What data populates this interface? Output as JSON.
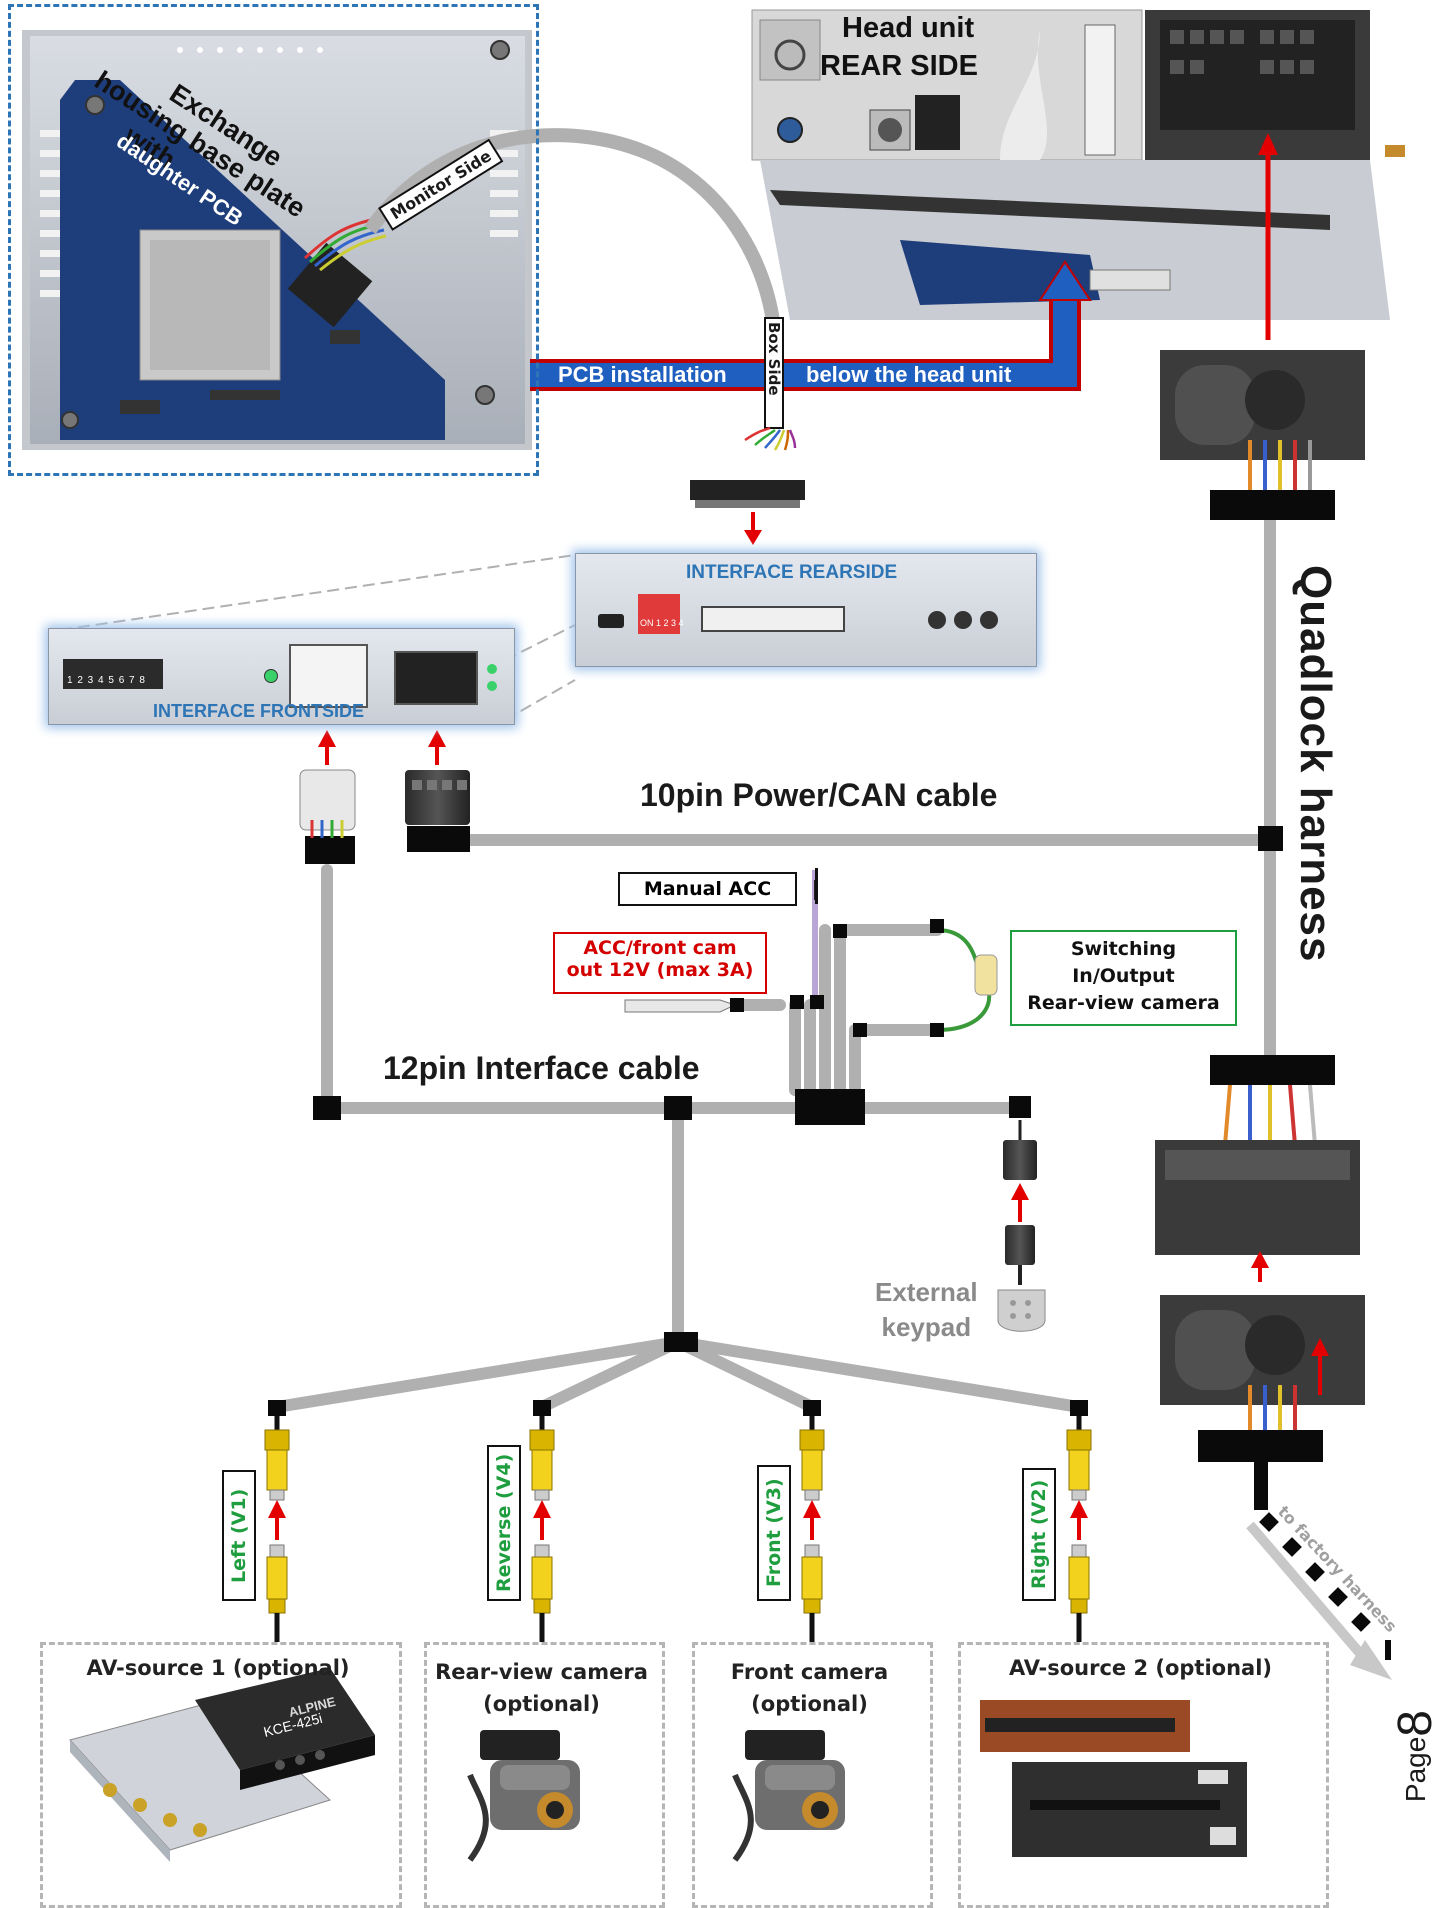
{
  "photo": {
    "title_lines": [
      "Exchange",
      "housing base plate",
      "with"
    ],
    "pcb_label": "daughter PCB",
    "monitor_side": "Monitor Side",
    "box_side": "Box Side"
  },
  "head_unit": {
    "title": "Head unit",
    "subtitle": "REAR SIDE"
  },
  "install_banner": {
    "left": "PCB installation",
    "right": "below the head unit"
  },
  "interface_rear": {
    "title": "INTERFACE   REARSIDE",
    "dip_labels": "ON 1 2 3 4"
  },
  "interface_front": {
    "title": "INTERFACE   FRONTSIDE",
    "dip_labels": "1 2 3 4 5 6 7 8"
  },
  "cables": {
    "power_can": "10pin Power/CAN  cable",
    "interface": "12pin Interface cable",
    "quadlock": "Quadlock harness"
  },
  "labels": {
    "manual_acc": "Manual ACC",
    "acc_out_line1": "ACC/front cam",
    "acc_out_line2": "out  12V (max 3A)",
    "switching_line1": "Switching",
    "switching_line2": "In/Output",
    "switching_line3": "Rear-view camera",
    "keypad_line1": "External",
    "keypad_line2": "keypad",
    "factory": "to factory harness"
  },
  "rca_inputs": [
    {
      "label": "Left (V1)"
    },
    {
      "label": "Reverse (V4)"
    },
    {
      "label": "Front  (V3)"
    },
    {
      "label": "Right  (V2)"
    }
  ],
  "devices": [
    {
      "line1": "AV-source 1 (optional)",
      "line2": ""
    },
    {
      "line1": "Rear-view camera",
      "line2": "(optional)"
    },
    {
      "line1": "Front camera",
      "line2": "(optional)"
    },
    {
      "line1": "AV-source 2 (optional)",
      "line2": ""
    }
  ],
  "device_brand": {
    "kce_model": "KCE-425i",
    "kce_brand": "ALPINE"
  },
  "page": {
    "word": "Page",
    "number": "8"
  },
  "colors": {
    "cable_gray": "#b0b0b0",
    "arrow_red": "#e30000",
    "banner_blue": "#1f5fbf",
    "rca_yellow": "#f2d21c",
    "pcb_blue": "#1e3d7b",
    "accent_green": "#1f9e3f"
  }
}
